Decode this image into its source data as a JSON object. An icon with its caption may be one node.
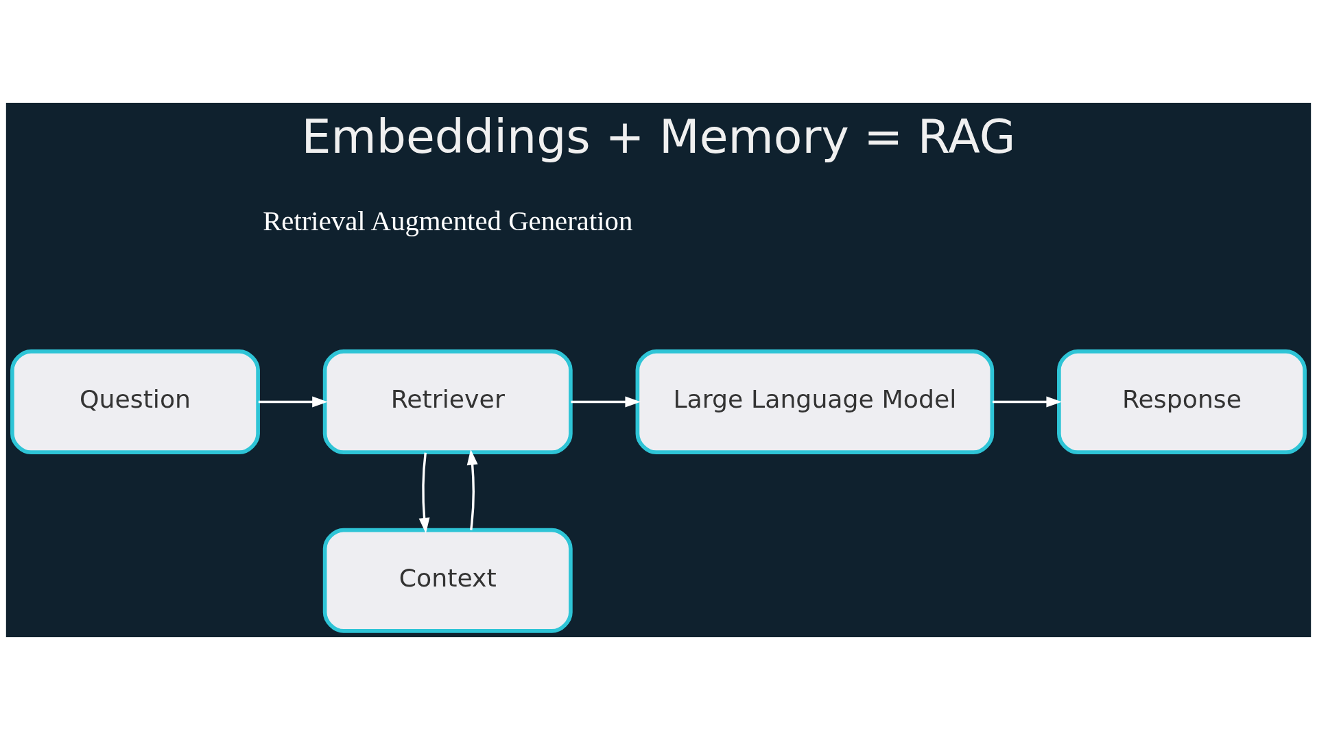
{
  "diagram": {
    "title": "Embeddings + Memory = RAG",
    "nodes": [
      {
        "text": [
          "Question"
        ]
      },
      {
        "text": [
          "Retriever"
        ]
      },
      {
        "text": [
          "Large Language Model"
        ]
      },
      {
        "text": [
          "Response"
        ]
      },
      {
        "text": [
          "Context"
        ]
      }
    ],
    "edges": [
      {
        "from": 0,
        "to": 1,
        "arrow": "to"
      },
      {
        "from": 1,
        "to": 2,
        "arrow": "to"
      },
      {
        "from": 2,
        "to": 3,
        "arrow": "to"
      },
      {
        "from": 1,
        "to": 4,
        "arrow": "to"
      },
      {
        "from": 4,
        "to": 1,
        "arrow": "to"
      }
    ],
    "labels": [
      "Retrieval Augmented Generation"
    ]
  }
}
